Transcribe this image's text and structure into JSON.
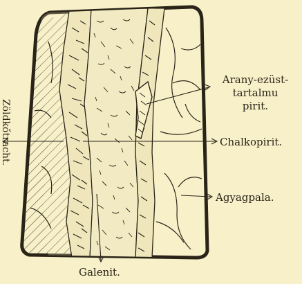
{
  "labels": {
    "arany_ezust_line1": "Arany-ezüst-",
    "arany_ezust_line2": "tartalmu",
    "arany_ezust_line3": "pirit.",
    "chalkopirit": "Chalkopirit.",
    "agyagpala": "Agyagpala.",
    "galenit": "Galenit.",
    "zoldkotracht": "Zöldkőtracht."
  },
  "colors": {
    "background": "#f7f0c9",
    "ink": "#2a2418"
  }
}
